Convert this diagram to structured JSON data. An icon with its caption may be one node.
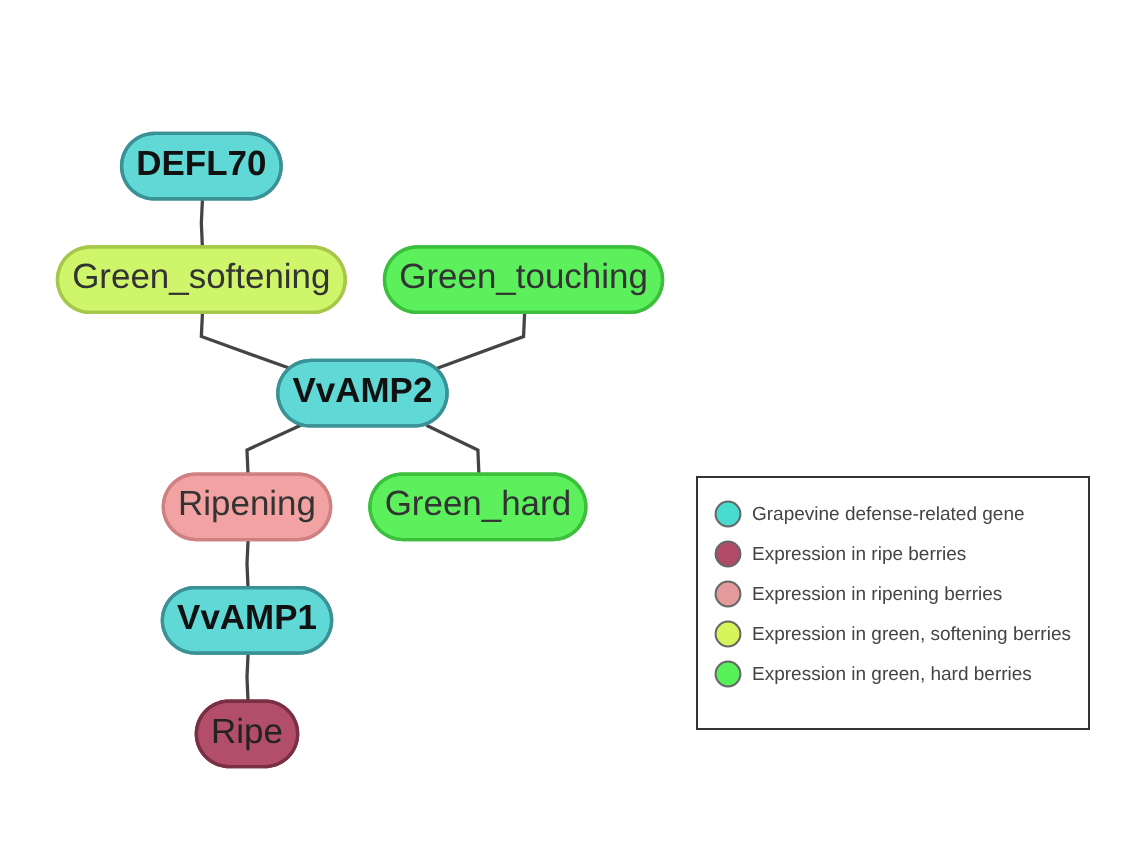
{
  "diagram": {
    "nodes": [
      {
        "text": [
          "DEFL70"
        ]
      },
      {
        "text": [
          "Green_softening"
        ]
      },
      {
        "text": [
          "Green_touching"
        ]
      },
      {
        "text": [
          "VvAMP2"
        ]
      },
      {
        "text": [
          "Ripening"
        ]
      },
      {
        "text": [
          "Green_hard"
        ]
      },
      {
        "text": [
          "VvAMP1"
        ]
      },
      {
        "text": [
          "Ripe"
        ]
      }
    ],
    "edges": [
      {
        "from": 0,
        "to": 1,
        "arrow": "none"
      },
      {
        "from": 1,
        "to": 3,
        "arrow": "none"
      },
      {
        "from": 2,
        "to": 3,
        "arrow": "none"
      },
      {
        "from": 3,
        "to": 4,
        "arrow": "none"
      },
      {
        "from": 3,
        "to": 5,
        "arrow": "none"
      },
      {
        "from": 4,
        "to": 6,
        "arrow": "none"
      },
      {
        "from": 6,
        "to": 7,
        "arrow": "none"
      }
    ],
    "legend": [
      {
        "text": "Grapevine defense-related gene",
        "color": "#48dcd0"
      },
      {
        "text": "Expression in ripe berries",
        "color": "#b04a66"
      },
      {
        "text": "Expression in ripening berries",
        "color": "#e39a9a"
      },
      {
        "text": "Expression in green, softening berries",
        "color": "#d6f55a"
      },
      {
        "text": "Expression in green, hard berries",
        "color": "#58f058"
      }
    ]
  }
}
